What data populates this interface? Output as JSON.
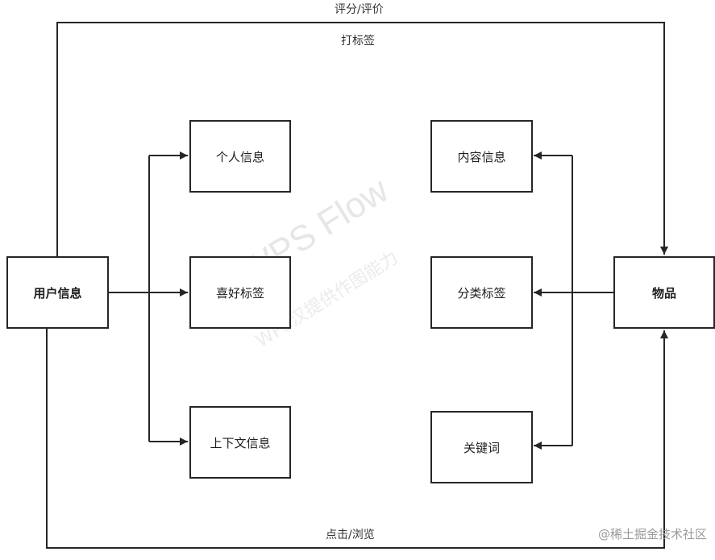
{
  "nodes": {
    "user_info": "用户信息",
    "personal_info": "个人信息",
    "preference_tags": "喜好标签",
    "context_info": "上下文信息",
    "content_info": "内容信息",
    "category_tags": "分类标签",
    "keywords": "关键词",
    "item": "物品"
  },
  "edges": {
    "rating": "评分/评价",
    "tagging": "打标签",
    "click_browse": "点击/浏览"
  },
  "watermarks": {
    "primary": "WPS Flow",
    "secondary": "WPS汉提供作图能力"
  },
  "source": "@稀土掘金技术社区",
  "colors": {
    "line": "#262626",
    "border": "#262626",
    "watermark": "#e6e6e6"
  }
}
